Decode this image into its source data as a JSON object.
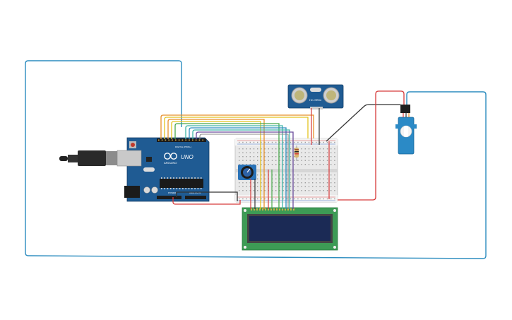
{
  "components": {
    "arduino": {
      "brand_text": "ARDUINO",
      "model_text": "UNO",
      "digital_header_text": "DIGITAL (PWM~)",
      "power_header_text": "POWER",
      "analog_header_text": "ANALOG IN"
    },
    "ultrasonic": {
      "label_text": "HC-SR04"
    },
    "potentiometer": {},
    "lcd": {},
    "servo": {},
    "breadboard": {}
  },
  "colors": {
    "board": "#1f5b93",
    "board_dark": "#164a7a",
    "breadboard": "#e9e9e9",
    "lcd_pcb": "#3d9b55",
    "lcd_screen": "#1b2a55",
    "servo_body": "#2b8ac6",
    "wire_blue": "#2b8cbf",
    "wire_red": "#d63a3a",
    "wire_black": "#333333",
    "wire_orange": "#e8912a",
    "wire_yellow": "#e3c21f",
    "wire_green": "#47a84a",
    "wire_teal": "#3fb5a6",
    "wire_purple": "#6a4a9a",
    "wire_gray": "#888888"
  }
}
